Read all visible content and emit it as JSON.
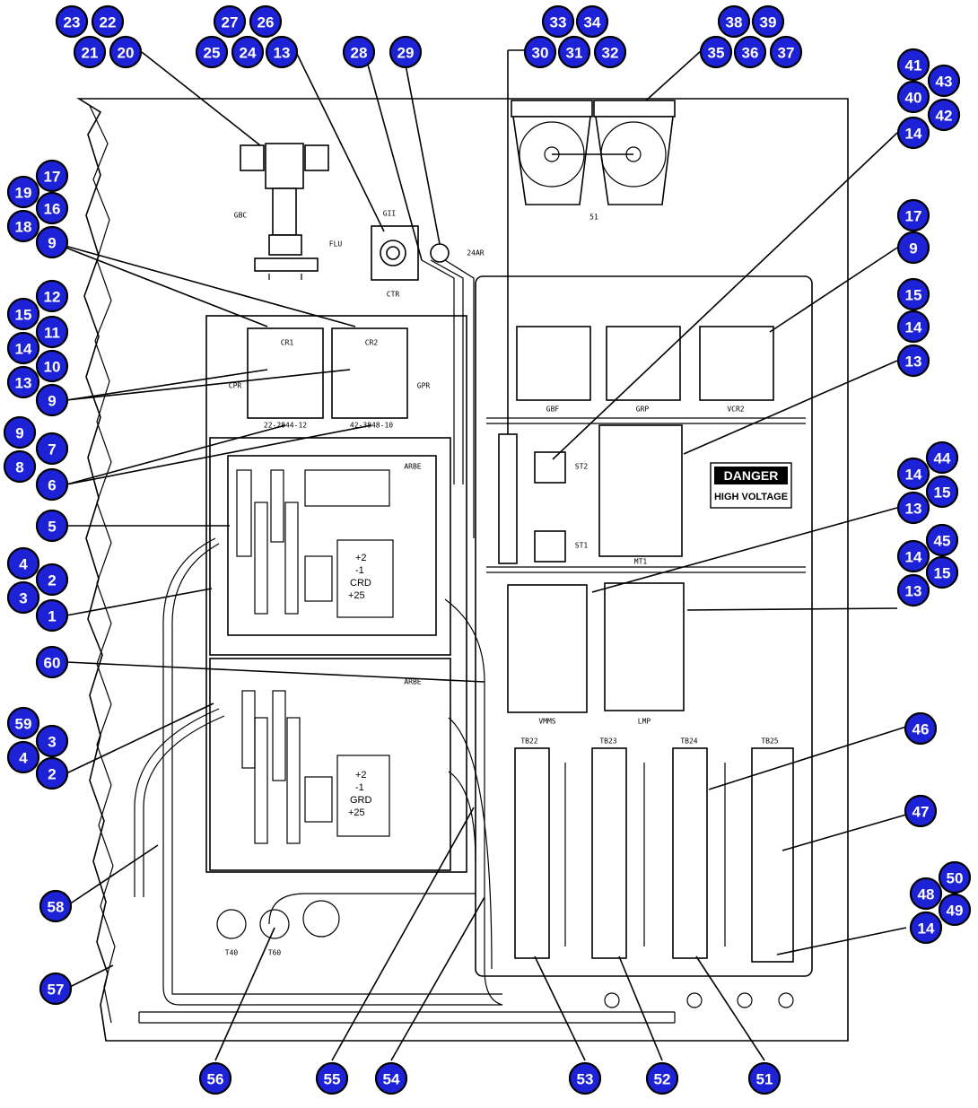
{
  "components": {
    "cabinet_labels": {
      "gbc": "GBC",
      "flu": "FLU",
      "gii": "GII",
      "ctr": "CTR",
      "amr": "24AR",
      "cr": "CR1",
      "cr2": "CR2",
      "cpr": "CPR",
      "gpr": "GPR",
      "p1": "22-2844-12",
      "p2": "42-3848-10",
      "arbe": "ARBE",
      "arbe2": "ARBE",
      "res1": "GBF",
      "res2": "GRP",
      "res3": "VCR2",
      "t51": "51",
      "st2": "ST2",
      "st1": "ST1",
      "mt1": "MT1",
      "vmm": "VMMS",
      "lmp": "LMP",
      "tb22": "TB22",
      "tb23": "TB23",
      "tb24": "TB24",
      "tb25": "TB25",
      "t40": "T40",
      "t60": "T60"
    },
    "terminals_upper": [
      "+2",
      "-1",
      "CRD",
      "+25"
    ],
    "terminals_lower": [
      "+2",
      "-1",
      "GRD",
      "+25"
    ],
    "danger": {
      "title": "DANGER",
      "subtitle": "HIGH VOLTAGE"
    }
  },
  "callouts": [
    {
      "n": "23"
    },
    {
      "n": "22"
    },
    {
      "n": "21"
    },
    {
      "n": "20"
    },
    {
      "n": "27"
    },
    {
      "n": "26"
    },
    {
      "n": "25"
    },
    {
      "n": "24"
    },
    {
      "n": "13"
    },
    {
      "n": "28"
    },
    {
      "n": "29"
    },
    {
      "n": "33"
    },
    {
      "n": "34"
    },
    {
      "n": "30"
    },
    {
      "n": "31"
    },
    {
      "n": "32"
    },
    {
      "n": "38"
    },
    {
      "n": "39"
    },
    {
      "n": "35"
    },
    {
      "n": "36"
    },
    {
      "n": "37"
    },
    {
      "n": "41"
    },
    {
      "n": "43"
    },
    {
      "n": "40"
    },
    {
      "n": "42"
    },
    {
      "n": "14"
    },
    {
      "n": "17"
    },
    {
      "n": "19"
    },
    {
      "n": "16"
    },
    {
      "n": "18"
    },
    {
      "n": "9"
    },
    {
      "n": "12"
    },
    {
      "n": "15"
    },
    {
      "n": "11"
    },
    {
      "n": "14"
    },
    {
      "n": "10"
    },
    {
      "n": "13"
    },
    {
      "n": "9"
    },
    {
      "n": "9"
    },
    {
      "n": "7"
    },
    {
      "n": "8"
    },
    {
      "n": "6"
    },
    {
      "n": "5"
    },
    {
      "n": "4"
    },
    {
      "n": "2"
    },
    {
      "n": "3"
    },
    {
      "n": "1"
    },
    {
      "n": "60"
    },
    {
      "n": "59"
    },
    {
      "n": "3"
    },
    {
      "n": "4"
    },
    {
      "n": "2"
    },
    {
      "n": "58"
    },
    {
      "n": "57"
    },
    {
      "n": "17"
    },
    {
      "n": "9"
    },
    {
      "n": "15"
    },
    {
      "n": "14"
    },
    {
      "n": "13"
    },
    {
      "n": "14"
    },
    {
      "n": "44"
    },
    {
      "n": "15"
    },
    {
      "n": "13"
    },
    {
      "n": "14"
    },
    {
      "n": "45"
    },
    {
      "n": "15"
    },
    {
      "n": "13"
    },
    {
      "n": "46"
    },
    {
      "n": "47"
    },
    {
      "n": "50"
    },
    {
      "n": "48"
    },
    {
      "n": "49"
    },
    {
      "n": "14"
    },
    {
      "n": "56"
    },
    {
      "n": "55"
    },
    {
      "n": "54"
    },
    {
      "n": "53"
    },
    {
      "n": "52"
    },
    {
      "n": "51"
    }
  ],
  "colors": {
    "callout_fill": "#1e22d6",
    "line": "#000000"
  }
}
